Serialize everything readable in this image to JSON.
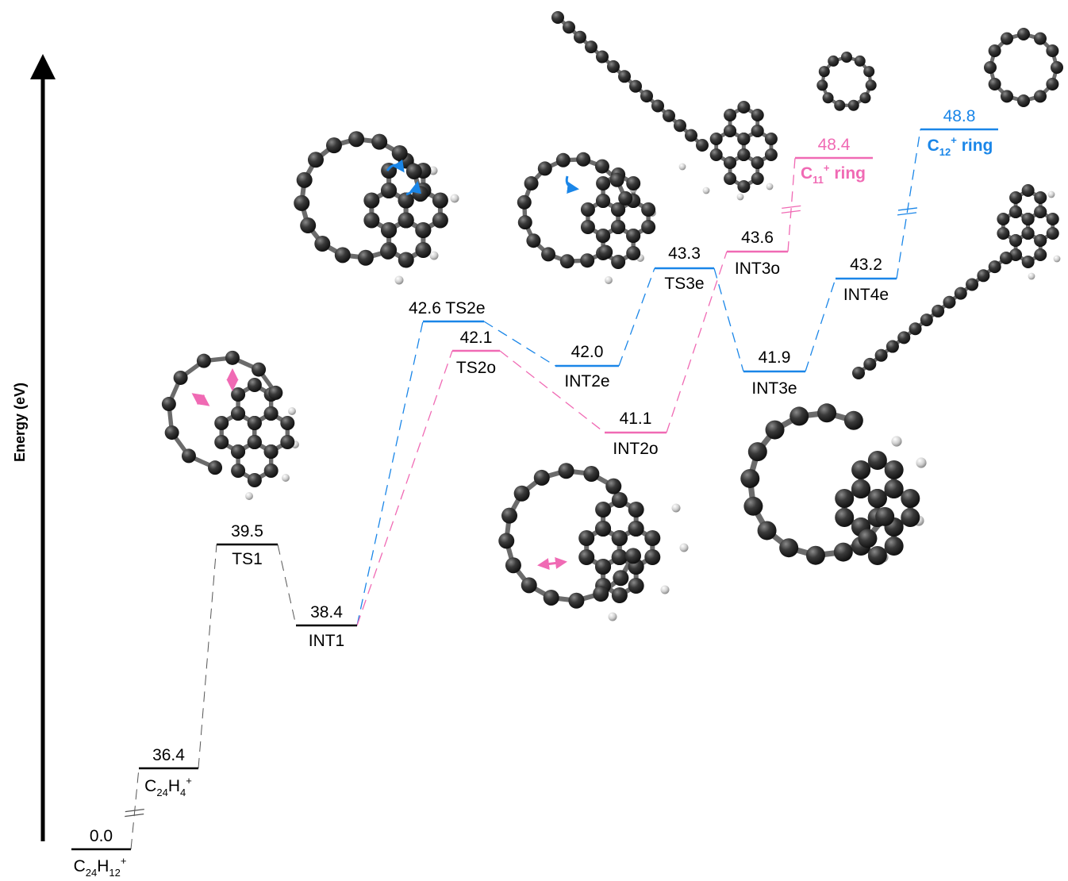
{
  "chart_data": {
    "type": "energy-diagram",
    "ylabel": "Energy (eV)",
    "colors": {
      "common": "#000000",
      "even": "#1a86e8",
      "odd": "#f06ab4"
    },
    "levels": [
      {
        "id": "c24h12",
        "name": "C24H12+",
        "value": 0.0,
        "value_text": "0.0",
        "pathway": "common"
      },
      {
        "id": "c24h4",
        "name": "C24H4+",
        "value": 36.4,
        "value_text": "36.4",
        "pathway": "common"
      },
      {
        "id": "ts1",
        "name": "TS1",
        "value": 39.5,
        "value_text": "39.5",
        "pathway": "common"
      },
      {
        "id": "int1",
        "name": "INT1",
        "value": 38.4,
        "value_text": "38.4",
        "pathway": "common"
      },
      {
        "id": "ts2e",
        "name": "TS2e",
        "value": 42.6,
        "value_text": "42.6",
        "pathway": "even"
      },
      {
        "id": "ts2o",
        "name": "TS2o",
        "value": 42.1,
        "value_text": "42.1",
        "pathway": "odd"
      },
      {
        "id": "int2e",
        "name": "INT2e",
        "value": 42.0,
        "value_text": "42.0",
        "pathway": "even"
      },
      {
        "id": "int2o",
        "name": "INT2o",
        "value": 41.1,
        "value_text": "41.1",
        "pathway": "odd"
      },
      {
        "id": "ts3e",
        "name": "TS3e",
        "value": 43.3,
        "value_text": "43.3",
        "pathway": "even"
      },
      {
        "id": "int3o",
        "name": "INT3o",
        "value": 43.6,
        "value_text": "43.6",
        "pathway": "odd"
      },
      {
        "id": "int3e",
        "name": "INT3e",
        "value": 41.9,
        "value_text": "41.9",
        "pathway": "even"
      },
      {
        "id": "int4e",
        "name": "INT4e",
        "value": 43.2,
        "value_text": "43.2",
        "pathway": "even"
      },
      {
        "id": "c11ring",
        "name": "ring",
        "value": 48.4,
        "value_text": "48.4",
        "pathway": "odd"
      },
      {
        "id": "c12ring",
        "name": "ring",
        "value": 48.8,
        "value_text": "48.8",
        "pathway": "even"
      }
    ],
    "formula_labels": {
      "c24h12": {
        "C": "C",
        "n1": "24",
        "H": "H",
        "n2": "12",
        "charge": "+"
      },
      "c24h4": {
        "C": "C",
        "n1": "24",
        "H": "H",
        "n2": "4",
        "charge": "+"
      },
      "c11": {
        "C": "C",
        "n1": "11",
        "charge": "+",
        "suffix": " ring"
      },
      "c12": {
        "C": "C",
        "n1": "12",
        "charge": "+",
        "suffix": " ring"
      }
    },
    "connections": [
      {
        "from": "c24h12",
        "to": "c24h4",
        "pathway": "common",
        "broken": true
      },
      {
        "from": "c24h4",
        "to": "ts1",
        "pathway": "common"
      },
      {
        "from": "ts1",
        "to": "int1",
        "pathway": "common"
      },
      {
        "from": "int1",
        "to": "ts2e",
        "pathway": "even"
      },
      {
        "from": "int1",
        "to": "ts2o",
        "pathway": "odd"
      },
      {
        "from": "ts2e",
        "to": "int2e",
        "pathway": "even"
      },
      {
        "from": "ts2o",
        "to": "int2o",
        "pathway": "odd"
      },
      {
        "from": "int2e",
        "to": "ts3e",
        "pathway": "even"
      },
      {
        "from": "int2o",
        "to": "int3o",
        "pathway": "odd"
      },
      {
        "from": "ts3e",
        "to": "int3e",
        "pathway": "even"
      },
      {
        "from": "int3e",
        "to": "int4e",
        "pathway": "even"
      },
      {
        "from": "int3o",
        "to": "c11ring",
        "pathway": "odd",
        "broken": true
      },
      {
        "from": "int4e",
        "to": "c12ring",
        "pathway": "even",
        "broken": true
      }
    ]
  }
}
